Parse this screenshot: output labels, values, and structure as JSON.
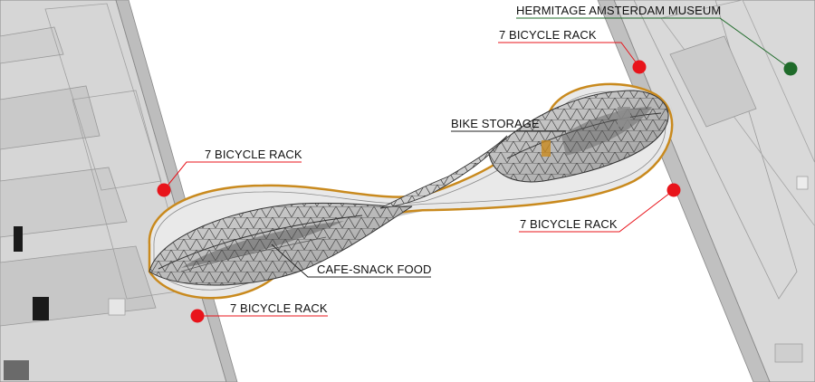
{
  "annotations": {
    "museum": "HERMITAGE AMSTERDAM MUSEUM",
    "rack_top_right": "7 BICYCLE RACK",
    "rack_left_upper": "7 BICYCLE RACK",
    "rack_right_lower": "7 BICYCLE RACK",
    "rack_left_lower": "7 BICYCLE RACK",
    "bike_storage": "BIKE STORAGE",
    "cafe": "CAFE-SNACK FOOD"
  },
  "colors": {
    "marker_red": "#e8141b",
    "marker_green": "#1f6b2a",
    "frame_orange": "#c98a1e",
    "building_gray": "#d9d9d9"
  }
}
